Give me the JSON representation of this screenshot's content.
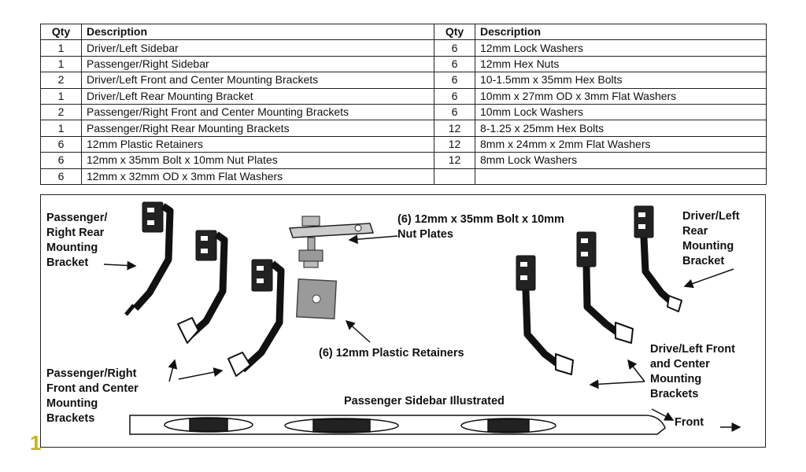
{
  "table": {
    "headers": {
      "qty": "Qty",
      "description": "Description"
    },
    "left_rows": [
      {
        "qty": "1",
        "description": "Driver/Left Sidebar"
      },
      {
        "qty": "1",
        "description": "Passenger/Right Sidebar"
      },
      {
        "qty": "2",
        "description": "Driver/Left Front and Center Mounting Brackets"
      },
      {
        "qty": "1",
        "description": "Driver/Left Rear Mounting Bracket"
      },
      {
        "qty": "2",
        "description": "Passenger/Right Front and Center Mounting Brackets"
      },
      {
        "qty": "1",
        "description": "Passenger/Right Rear Mounting Brackets"
      },
      {
        "qty": "6",
        "description": "12mm Plastic Retainers"
      },
      {
        "qty": "6",
        "description": "12mm x 35mm Bolt x 10mm Nut Plates"
      },
      {
        "qty": "6",
        "description": "12mm x 32mm OD x 3mm Flat Washers"
      }
    ],
    "right_rows": [
      {
        "qty": "6",
        "description": "12mm Lock Washers"
      },
      {
        "qty": "6",
        "description": "12mm Hex Nuts"
      },
      {
        "qty": "6",
        "description": "10-1.5mm x 35mm Hex Bolts"
      },
      {
        "qty": "6",
        "description": "10mm x 27mm OD x 3mm Flat Washers"
      },
      {
        "qty": "6",
        "description": "10mm Lock Washers"
      },
      {
        "qty": "12",
        "description": "8-1.25 x 25mm Hex Bolts"
      },
      {
        "qty": "12",
        "description": "8mm x 24mm x 2mm Flat Washers"
      },
      {
        "qty": "12",
        "description": "8mm Lock Washers"
      },
      {
        "qty": "",
        "description": ""
      }
    ]
  },
  "figure": {
    "passenger_rear_label": "Passenger/\nRight Rear\nMounting\nBracket",
    "bolt_label": "(6) 12mm x 35mm Bolt x 10mm\nNut Plates",
    "driver_rear_label": "Driver/Left\nRear\nMounting\nBracket",
    "retainer_label": "(6) 12mm Plastic Retainers",
    "passenger_front_label": "Passenger/Right\nFront and Center\nMounting\nBrackets",
    "driver_front_label": "Drive/Left Front\nand Center\nMounting\nBrackets",
    "sidebar_label": "Passenger Sidebar Illustrated",
    "front_label": "Front"
  },
  "corner_marker": "1"
}
